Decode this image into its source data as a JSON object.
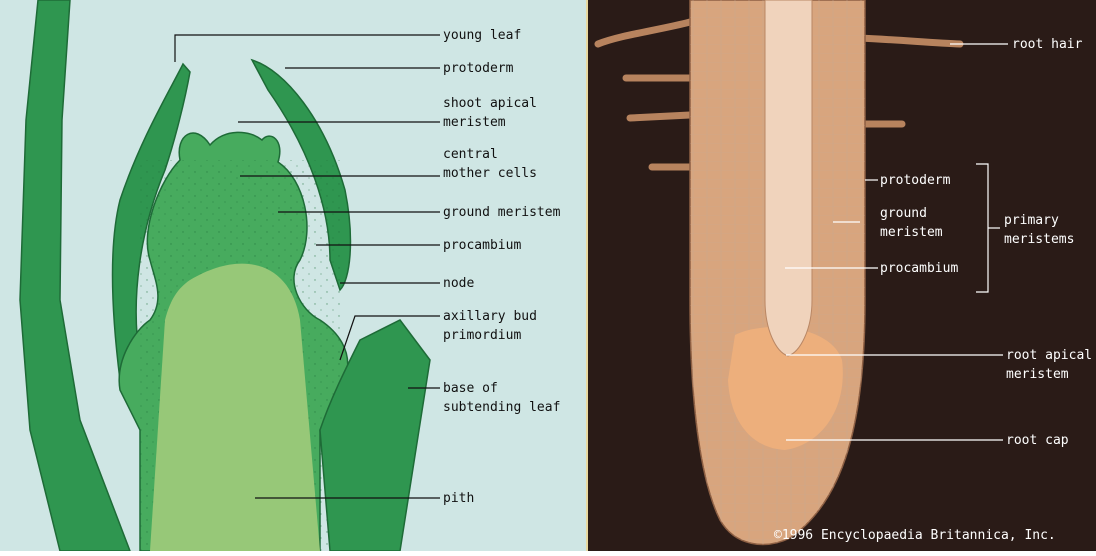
{
  "shoot_panel": {
    "labels": {
      "young_leaf": "young leaf",
      "protoderm": "protoderm",
      "shoot_apical_1": "shoot apical",
      "shoot_apical_2": "meristem",
      "central_1": "central",
      "central_2": "mother cells",
      "ground_meristem": "ground meristem",
      "procambium": "procambium",
      "node": "node",
      "axillary_1": "axillary bud",
      "axillary_2": "primordium",
      "base_1": "base of",
      "base_2": "subtending leaf",
      "pith": "pith"
    },
    "colors": {
      "background": "#cfe6e4",
      "tissue_dark": "#2f9650",
      "tissue_mid": "#47ab5e",
      "pith": "#97c878"
    }
  },
  "root_panel": {
    "labels": {
      "root_hair": "root hair",
      "protoderm": "protoderm",
      "ground_1": "ground",
      "ground_2": "meristem",
      "procambium": "procambium",
      "primary_1": "primary",
      "primary_2": "meristems",
      "root_apical_1": "root apical",
      "root_apical_2": "meristem",
      "root_cap": "root cap"
    },
    "copyright": "©1996 Encyclopaedia Britannica, Inc.",
    "colors": {
      "background": "#2a1b17",
      "root_body": "#d8a57e",
      "stele": "#f0d3bc",
      "cap": "#efb07c"
    }
  }
}
